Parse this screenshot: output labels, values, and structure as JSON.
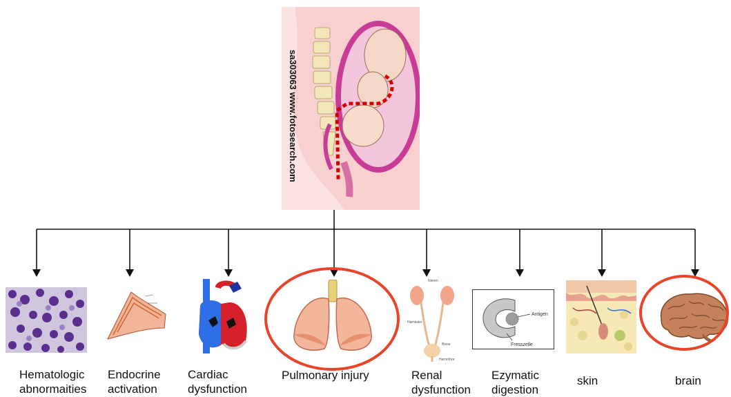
{
  "watermark": "sa303063 www.fotosearch.com",
  "colors": {
    "highlight": "#e8442a",
    "connector": "#111111"
  },
  "outcomes": [
    {
      "id": "hematologic",
      "line1": "Hematologic",
      "line2": "abnormaities",
      "highlighted": false,
      "icon": "blood-cells-icon"
    },
    {
      "id": "endocrine",
      "line1": "Endocrine",
      "line2": "activation",
      "highlighted": false,
      "icon": "endocrine-gland-icon"
    },
    {
      "id": "cardiac",
      "line1": "Cardiac",
      "line2": "dysfunction",
      "highlighted": false,
      "icon": "heart-icon"
    },
    {
      "id": "pulmonary",
      "line1": "Pulmonary injury",
      "line2": "",
      "highlighted": true,
      "icon": "lungs-icon"
    },
    {
      "id": "renal",
      "line1": "Renal",
      "line2": "dysfunction",
      "highlighted": false,
      "icon": "kidneys-icon"
    },
    {
      "id": "enzymatic",
      "line1": "Ezymatic",
      "line2": "digestion",
      "highlighted": false,
      "icon": "phagocyte-antigen-icon"
    },
    {
      "id": "skin",
      "line1": "skin",
      "line2": "",
      "highlighted": false,
      "icon": "skin-section-icon"
    },
    {
      "id": "brain",
      "line1": "brain",
      "line2": "",
      "highlighted": true,
      "icon": "brain-icon"
    }
  ],
  "phagocyte_labels": {
    "antigen": "Antigen",
    "cell": "Fresszelle"
  },
  "kidney_labels": {
    "top": "Nieren",
    "left": "Harnleiter",
    "bladder": "Blase",
    "bottom": "Harnröhre"
  }
}
